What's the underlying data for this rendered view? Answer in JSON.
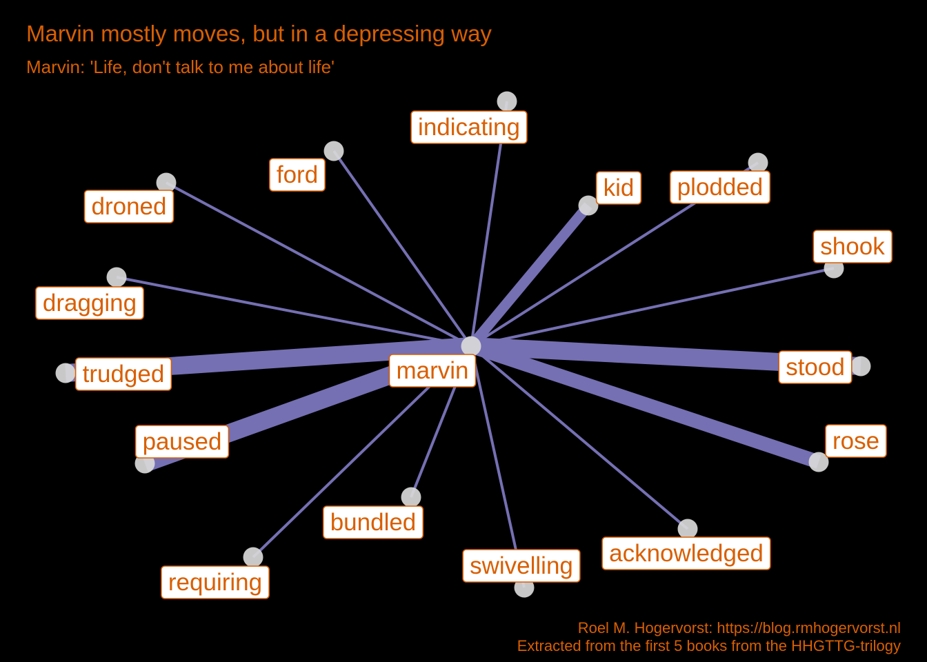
{
  "title": "Marvin mostly moves, but in a depressing way",
  "subtitle": "Marvin: 'Life, don't talk to me about life'",
  "caption": {
    "line1": "Roel M. Hogervorst: https://blog.rmhogervorst.nl",
    "line2": "Extracted from the first 5 books from the HHGTTG-trilogy"
  },
  "colors": {
    "background": "#000000",
    "edge": "#7570b3",
    "node": "#d9d9d9",
    "label_text": "#d95f02",
    "label_border": "#d95f02",
    "label_fill": "#ffffff"
  },
  "graph": {
    "center": "marvin",
    "nodes": [
      "marvin",
      "indicating",
      "ford",
      "kid",
      "plodded",
      "droned",
      "shook",
      "dragging",
      "trudged",
      "stood",
      "paused",
      "rose",
      "bundled",
      "acknowledged",
      "swivelling",
      "requiring"
    ],
    "edges": [
      {
        "from": "marvin",
        "to": "indicating",
        "weight": 1
      },
      {
        "from": "marvin",
        "to": "ford",
        "weight": 1
      },
      {
        "from": "marvin",
        "to": "kid",
        "weight": 3
      },
      {
        "from": "marvin",
        "to": "plodded",
        "weight": 1
      },
      {
        "from": "marvin",
        "to": "droned",
        "weight": 1
      },
      {
        "from": "marvin",
        "to": "shook",
        "weight": 1
      },
      {
        "from": "marvin",
        "to": "dragging",
        "weight": 1
      },
      {
        "from": "marvin",
        "to": "trudged",
        "weight": 5
      },
      {
        "from": "marvin",
        "to": "stood",
        "weight": 5
      },
      {
        "from": "marvin",
        "to": "paused",
        "weight": 5
      },
      {
        "from": "marvin",
        "to": "rose",
        "weight": 4
      },
      {
        "from": "marvin",
        "to": "bundled",
        "weight": 1
      },
      {
        "from": "marvin",
        "to": "acknowledged",
        "weight": 1
      },
      {
        "from": "marvin",
        "to": "swivelling",
        "weight": 1
      },
      {
        "from": "marvin",
        "to": "requiring",
        "weight": 1
      }
    ]
  }
}
